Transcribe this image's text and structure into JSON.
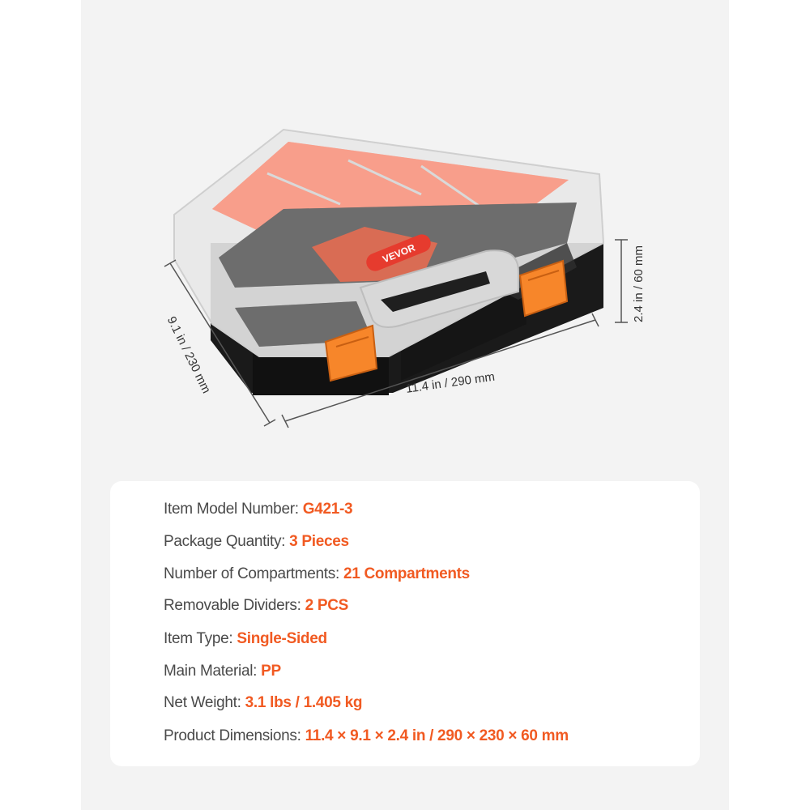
{
  "colors": {
    "accent": "#f15a22",
    "latch": "#f7862a",
    "base": "#1a1a1a",
    "bin_orange": "#f46b4e",
    "bin_dark": "#2e2e2e",
    "panel_bg": "#f3f3f3"
  },
  "product": {
    "brand": "VEVOR",
    "dimensions": {
      "width": "11.4 in / 290 mm",
      "depth": "9.1 in / 230 mm",
      "height": "2.4 in / 60 mm"
    }
  },
  "specs": [
    {
      "label": "Item Model Number:",
      "value": "G421-3"
    },
    {
      "label": "Package Quantity:",
      "value": "3 Pieces"
    },
    {
      "label": "Number of Compartments:",
      "value": "21 Compartments"
    },
    {
      "label": "Removable Dividers:",
      "value": "2 PCS"
    },
    {
      "label": "Item Type:",
      "value": "Single-Sided"
    },
    {
      "label": "Main Material:",
      "value": "PP"
    },
    {
      "label": "Net Weight:",
      "value": "3.1 lbs / 1.405 kg"
    },
    {
      "label": "Product Dimensions:",
      "value": "11.4 × 9.1 × 2.4 in / 290 × 230 × 60 mm"
    }
  ]
}
